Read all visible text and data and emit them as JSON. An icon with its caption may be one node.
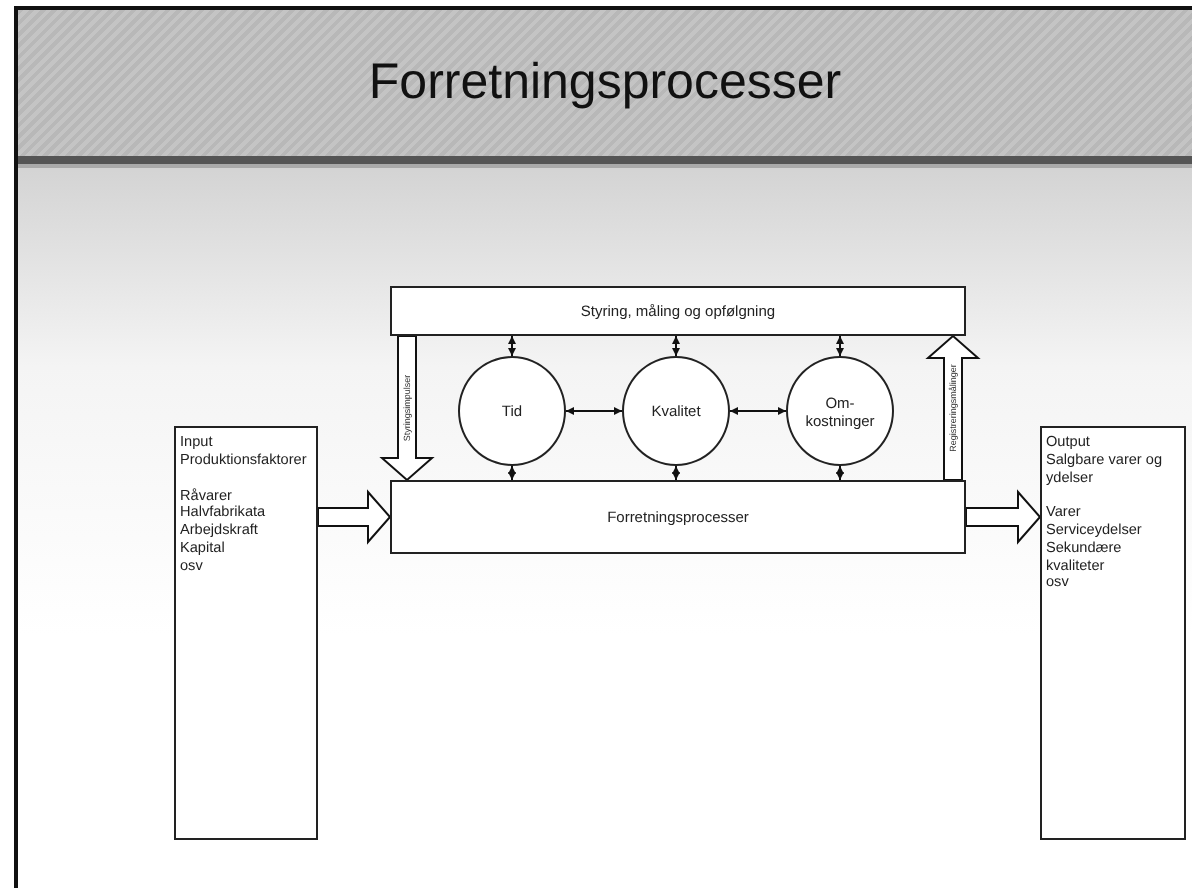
{
  "diagram": {
    "title": "Forretningsprocesser",
    "nodes": [
      {
        "text": [
          "Styring, måling og opfølgning"
        ]
      },
      {
        "text": [
          "Tid"
        ]
      },
      {
        "text": [
          "Kvalitet"
        ]
      },
      {
        "text": [
          "Om- kostninger"
        ]
      },
      {
        "text": [
          "Input",
          "Produktionsfaktorer",
          "Råvarer",
          "Halvfabrikata",
          "Arbejdskraft",
          "Kapital",
          "osv"
        ]
      },
      {
        "text": [
          "Forretningsprocesser"
        ]
      },
      {
        "text": [
          "Output",
          "Salgbare varer og ydelser",
          "Varer",
          "Serviceydelser",
          "Sekundære kvaliteter",
          "osv"
        ]
      }
    ],
    "edges": [
      {
        "from": 4,
        "to": 5,
        "arrow": "to",
        "style": "thick"
      },
      {
        "from": 0,
        "to": 5,
        "arrow": "to",
        "style": "thick",
        "label": "Styringsimpulser"
      },
      {
        "from": 5,
        "to": 0,
        "arrow": "to",
        "style": "thick",
        "label": "Registreringsmålinger"
      },
      {
        "from": 5,
        "to": 6,
        "arrow": "to",
        "style": "thick"
      },
      {
        "from": 0,
        "to": 1,
        "arrow": "both"
      },
      {
        "from": 0,
        "to": 2,
        "arrow": "both"
      },
      {
        "from": 0,
        "to": 3,
        "arrow": "both"
      },
      {
        "from": 1,
        "to": 5,
        "arrow": "both"
      },
      {
        "from": 2,
        "to": 5,
        "arrow": "both"
      },
      {
        "from": 3,
        "to": 5,
        "arrow": "both"
      },
      {
        "from": 1,
        "to": 2,
        "arrow": "both"
      },
      {
        "from": 2,
        "to": 3,
        "arrow": "both"
      }
    ]
  }
}
